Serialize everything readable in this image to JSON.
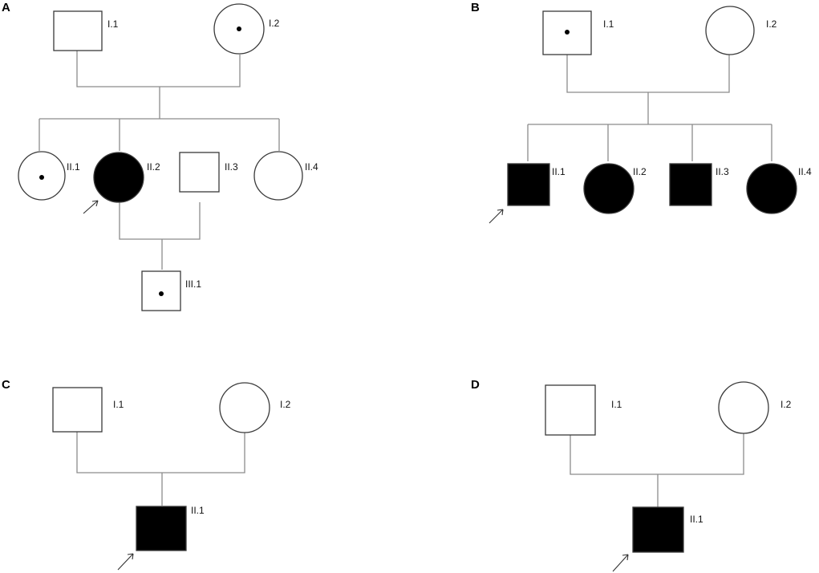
{
  "panels": [
    {
      "id": "A",
      "label": "A",
      "individuals": [
        {
          "id": "I.1",
          "label": "I.1",
          "sex": "male",
          "affected": false,
          "carrier": false,
          "proband": false
        },
        {
          "id": "I.2",
          "label": "I.2",
          "sex": "female",
          "affected": false,
          "carrier": true,
          "proband": false
        },
        {
          "id": "II.1",
          "label": "II.1",
          "sex": "female",
          "affected": false,
          "carrier": true,
          "proband": false
        },
        {
          "id": "II.2",
          "label": "II.2",
          "sex": "female",
          "affected": true,
          "carrier": false,
          "proband": true
        },
        {
          "id": "II.3",
          "label": "II.3",
          "sex": "male",
          "affected": false,
          "carrier": false,
          "proband": false
        },
        {
          "id": "II.4",
          "label": "II.4",
          "sex": "female",
          "affected": false,
          "carrier": false,
          "proband": false
        },
        {
          "id": "III.1",
          "label": "III.1",
          "sex": "male",
          "affected": false,
          "carrier": true,
          "proband": false
        }
      ]
    },
    {
      "id": "B",
      "label": "B",
      "individuals": [
        {
          "id": "I.1",
          "label": "I.1",
          "sex": "male",
          "affected": false,
          "carrier": true,
          "proband": false
        },
        {
          "id": "I.2",
          "label": "I.2",
          "sex": "female",
          "affected": false,
          "carrier": false,
          "proband": false
        },
        {
          "id": "II.1",
          "label": "II.1",
          "sex": "male",
          "affected": true,
          "carrier": false,
          "proband": true
        },
        {
          "id": "II.2",
          "label": "II.2",
          "sex": "female",
          "affected": true,
          "carrier": false,
          "proband": false
        },
        {
          "id": "II.3",
          "label": "II.3",
          "sex": "male",
          "affected": true,
          "carrier": false,
          "proband": false
        },
        {
          "id": "II.4",
          "label": "II.4",
          "sex": "female",
          "affected": true,
          "carrier": false,
          "proband": false
        }
      ]
    },
    {
      "id": "C",
      "label": "C",
      "individuals": [
        {
          "id": "I.1",
          "label": "I.1",
          "sex": "male",
          "affected": false,
          "carrier": false,
          "proband": false
        },
        {
          "id": "I.2",
          "label": "I.2",
          "sex": "female",
          "affected": false,
          "carrier": false,
          "proband": false
        },
        {
          "id": "II.1",
          "label": "II.1",
          "sex": "male",
          "affected": true,
          "carrier": false,
          "proband": true
        }
      ]
    },
    {
      "id": "D",
      "label": "D",
      "individuals": [
        {
          "id": "I.1",
          "label": "I.1",
          "sex": "male",
          "affected": false,
          "carrier": false,
          "proband": false
        },
        {
          "id": "I.2",
          "label": "I.2",
          "sex": "female",
          "affected": false,
          "carrier": false,
          "proband": false
        },
        {
          "id": "II.1",
          "label": "II.1",
          "sex": "male",
          "affected": true,
          "carrier": false,
          "proband": true
        }
      ]
    }
  ],
  "colors": {
    "affected_fill": "#000000",
    "unaffected_fill": "#ffffff",
    "line": "#8c8c8c",
    "outline": "#3a3a3a"
  }
}
